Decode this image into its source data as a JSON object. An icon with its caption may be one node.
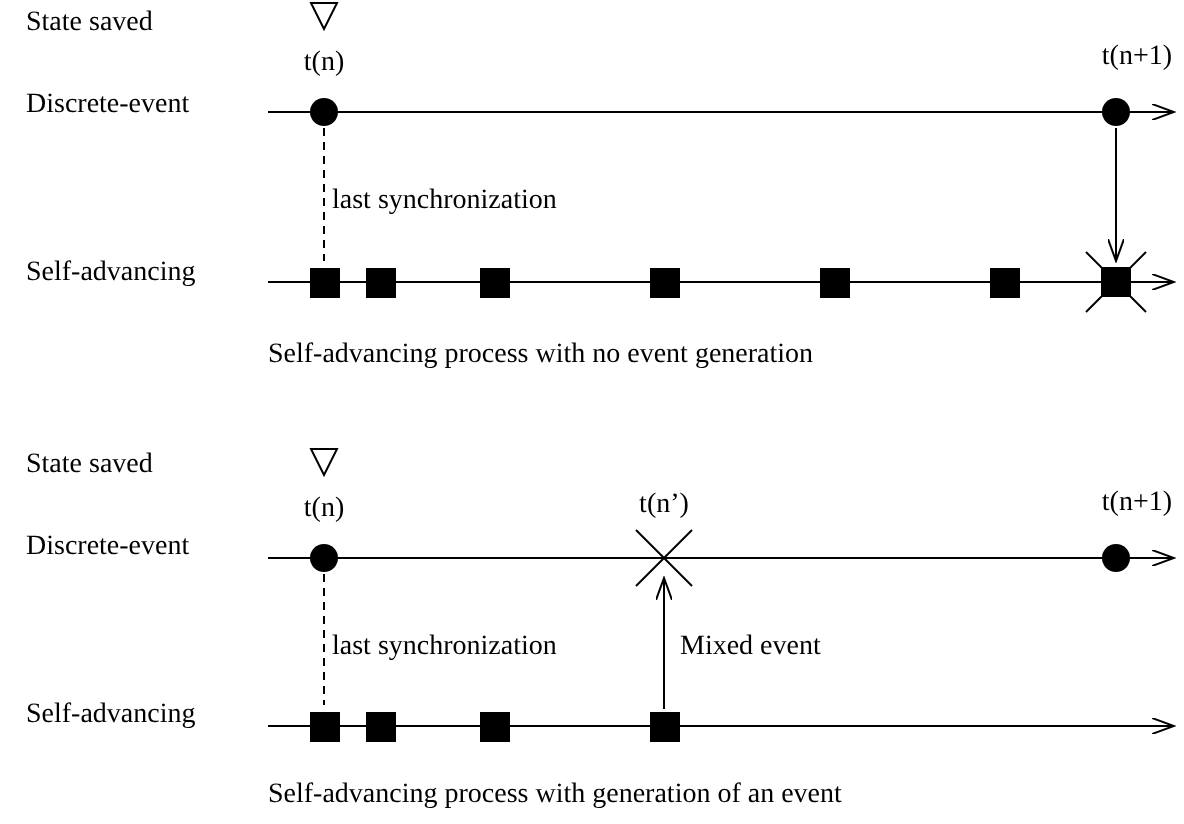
{
  "diagram": {
    "nodes": [
      {
        "text": [],
        "shape": "triangle"
      },
      {
        "text": [],
        "shape": "circle",
        "beside": [
          "t(n)"
        ]
      },
      {
        "text": [],
        "shape": "circle",
        "beside": [
          "t(n+1)"
        ]
      },
      {
        "text": [],
        "shape": "box"
      },
      {
        "text": [],
        "shape": "box"
      },
      {
        "text": [],
        "shape": "box"
      },
      {
        "text": [],
        "shape": "box"
      },
      {
        "text": [],
        "shape": "box"
      },
      {
        "text": [],
        "shape": "box"
      },
      {
        "text": [],
        "shape": "crossed-box"
      },
      {
        "text": [],
        "shape": "triangle"
      },
      {
        "text": [],
        "shape": "circle",
        "beside": [
          "t(n)"
        ]
      },
      {
        "text": [],
        "shape": "cross",
        "beside": [
          "t(n’)"
        ]
      },
      {
        "text": [],
        "shape": "circle",
        "beside": [
          "t(n+1)"
        ]
      },
      {
        "text": [],
        "shape": "box"
      },
      {
        "text": [],
        "shape": "box"
      },
      {
        "text": [],
        "shape": "box"
      },
      {
        "text": [],
        "shape": "box"
      }
    ],
    "edges": [
      {
        "from": 1,
        "to": 3,
        "arrow": "none",
        "style": "dashed",
        "label": "last synchronization"
      },
      {
        "from": 2,
        "to": 9,
        "arrow": "to"
      },
      {
        "from": 11,
        "to": 14,
        "arrow": "none",
        "style": "dashed",
        "label": "last synchronization"
      },
      {
        "from": 17,
        "to": 12,
        "arrow": "to",
        "label": "Mixed event"
      }
    ],
    "labels": [
      "State saved",
      "Discrete-event",
      "Self-advancing",
      "Self-advancing process with no event generation",
      "State saved",
      "Discrete-event",
      "Self-advancing",
      "Self-advancing process with generation of an event"
    ]
  }
}
